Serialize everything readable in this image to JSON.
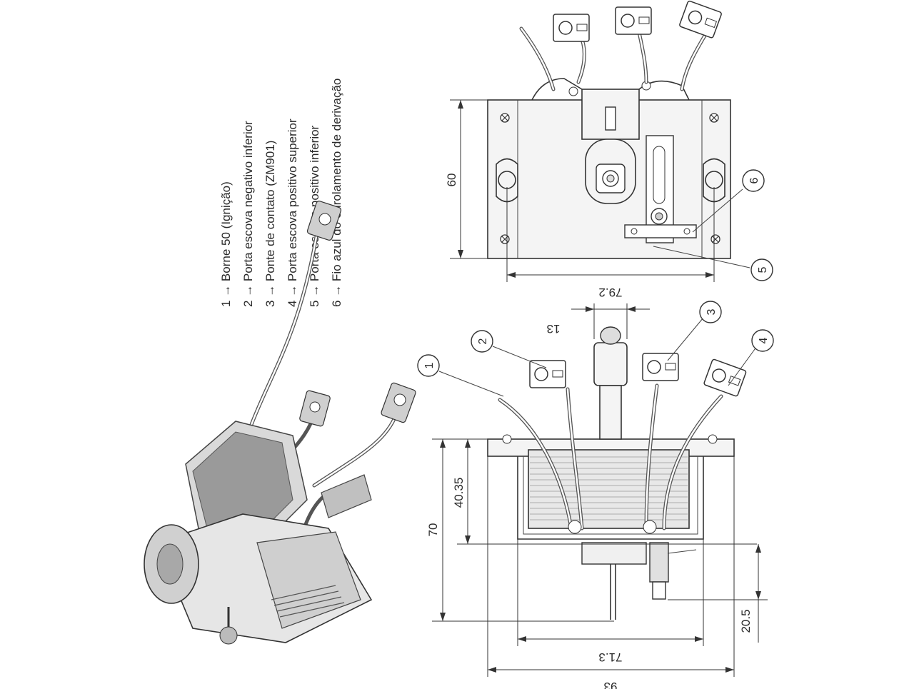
{
  "legend": {
    "items": [
      {
        "num": "1",
        "arrow": "→",
        "text": "Borne 50 (Ignição)"
      },
      {
        "num": "2",
        "arrow": "→",
        "text": "Porta escova negativo inferior"
      },
      {
        "num": "3",
        "arrow": "→",
        "text": "Ponte de contato (ZM901)"
      },
      {
        "num": "4",
        "arrow": "→",
        "text": "Porta escova positivo superior"
      },
      {
        "num": "5",
        "arrow": "→",
        "text": "Porta escova positivo inferior"
      },
      {
        "num": "6",
        "arrow": "→",
        "text": "Fio azul do enrolamento de derivação"
      }
    ]
  },
  "dimensions": {
    "top_height": "60",
    "top_width": "79.2",
    "shaft": "13",
    "overall_height": "70",
    "coil_height": "40.35",
    "terminal_height": "20.5",
    "inner_width": "71.3",
    "overall_width": "93"
  },
  "callouts": [
    "1",
    "2",
    "3",
    "4",
    "5",
    "6"
  ]
}
